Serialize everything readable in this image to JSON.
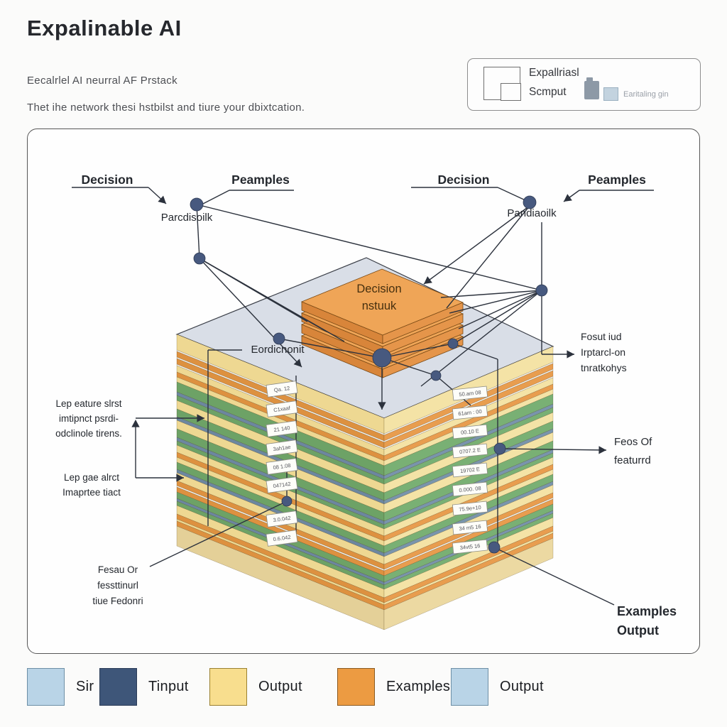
{
  "page": {
    "title": "Expalinable AI",
    "subtitle1": "Eecalrlel AI  neurral AF Prstack",
    "subtitle2": "Thet ihe network thesi hstbilst and tiure your dbixtcation."
  },
  "legend_box": {
    "line1": "Expallriasl",
    "line2": "Scmput",
    "caption": "Earitaling gin"
  },
  "diagram": {
    "labels": {
      "decision_left": "Decision",
      "peamples_left": "Peamples",
      "parcdisoilk": "Parcdisoilk",
      "decision_right": "Decision",
      "peamples_right": "Peamples",
      "pandiaoilk": "Pandiaoilk",
      "decision_block": [
        "Decision",
        "nstuuk"
      ],
      "eordicnonit": "Eordicnonit",
      "fosut": [
        "Fosut iud",
        "Irptarcl-on",
        "tnratkohys"
      ],
      "lep1": [
        "Lep eature slrst",
        "imtipnct psrdi-",
        "odclinole tirens."
      ],
      "lep2": [
        "Lep gae alrct",
        "Imaprtee tiact"
      ],
      "feos": [
        "Feos Of",
        "featurrd"
      ],
      "fesau": [
        "Fesau Or",
        "fessttinurl",
        "tiue Fedonri"
      ],
      "examples_output": [
        "Examples",
        "Output"
      ]
    },
    "left_boxes": [
      "Qa. 12",
      "C1xaaf",
      "21 140",
      "3ah1ae",
      "08 1.08",
      "047142",
      "3.0.042",
      "0.6.042"
    ],
    "right_boxes": [
      "50.am 08",
      "61am : 00",
      "00.10 E",
      "0707.2 E",
      "19702 E",
      "0.000. 08",
      "75.9e+10",
      "34 m5 16",
      "34vt5 16"
    ],
    "layers": [
      {
        "c": "y",
        "h": 22
      },
      {
        "c": "w",
        "h": 2
      },
      {
        "c": "o",
        "h": 8
      },
      {
        "c": "w",
        "h": 2
      },
      {
        "c": "o",
        "h": 8
      },
      {
        "c": "w",
        "h": 2
      },
      {
        "c": "y",
        "h": 9
      },
      {
        "c": "o",
        "h": 7
      },
      {
        "c": "y",
        "h": 7
      },
      {
        "c": "g",
        "h": 14
      },
      {
        "c": "b",
        "h": 5
      },
      {
        "c": "g",
        "h": 7
      },
      {
        "c": "y",
        "h": 12
      },
      {
        "c": "g",
        "h": 11
      },
      {
        "c": "b",
        "h": 5
      },
      {
        "c": "y",
        "h": 12
      },
      {
        "c": "g",
        "h": 12
      },
      {
        "c": "b",
        "h": 5
      },
      {
        "c": "g",
        "h": 6
      },
      {
        "c": "y",
        "h": 10
      },
      {
        "c": "o",
        "h": 7
      },
      {
        "c": "y",
        "h": 7
      },
      {
        "c": "g",
        "h": 10
      },
      {
        "c": "b",
        "h": 5
      },
      {
        "c": "y",
        "h": 11
      },
      {
        "c": "o",
        "h": 7
      },
      {
        "c": "w",
        "h": 2
      },
      {
        "c": "o",
        "h": 7
      },
      {
        "c": "g",
        "h": 9
      },
      {
        "c": "b",
        "h": 4
      },
      {
        "c": "g",
        "h": 6
      },
      {
        "c": "y",
        "h": 12
      },
      {
        "c": "o",
        "h": 7
      },
      {
        "c": "y",
        "h": 3
      },
      {
        "c": "o",
        "h": 7
      },
      {
        "c": "t",
        "h": 28
      }
    ]
  },
  "colors": {
    "line": "#2c323d",
    "dot": "#47597f",
    "top_face": "#d9dee7",
    "orange_block_top": "#efa557",
    "orange_block_left": "#d8853a",
    "orange_block_right": "#e5954a",
    "layer_palette": {
      "y": [
        "#eed892",
        "#f4e3a6"
      ],
      "o": [
        "#dd9140",
        "#e89d4f"
      ],
      "g": [
        "#6da266",
        "#79b074"
      ],
      "b": [
        "#6c87a0",
        "#7995ac"
      ],
      "w": [
        "#f5f4ee",
        "#f8f7f1"
      ],
      "t": [
        "#e4d098",
        "#ecd9a2"
      ]
    }
  },
  "bottom_legend": {
    "items": [
      {
        "label": "Sir",
        "fill": "#b9d4e7",
        "border": "#6d8fa6"
      },
      {
        "label": "Tinput",
        "fill": "#3e5679",
        "border": "#2b3c57"
      },
      {
        "label": "Output",
        "fill": "#f8de8e",
        "border": "#9a8030"
      },
      {
        "label": "Examples",
        "fill": "#ec9b42",
        "border": "#8a5a20"
      },
      {
        "label": "Output",
        "fill": "#b9d4e7",
        "border": "#6d8fa6"
      }
    ]
  }
}
